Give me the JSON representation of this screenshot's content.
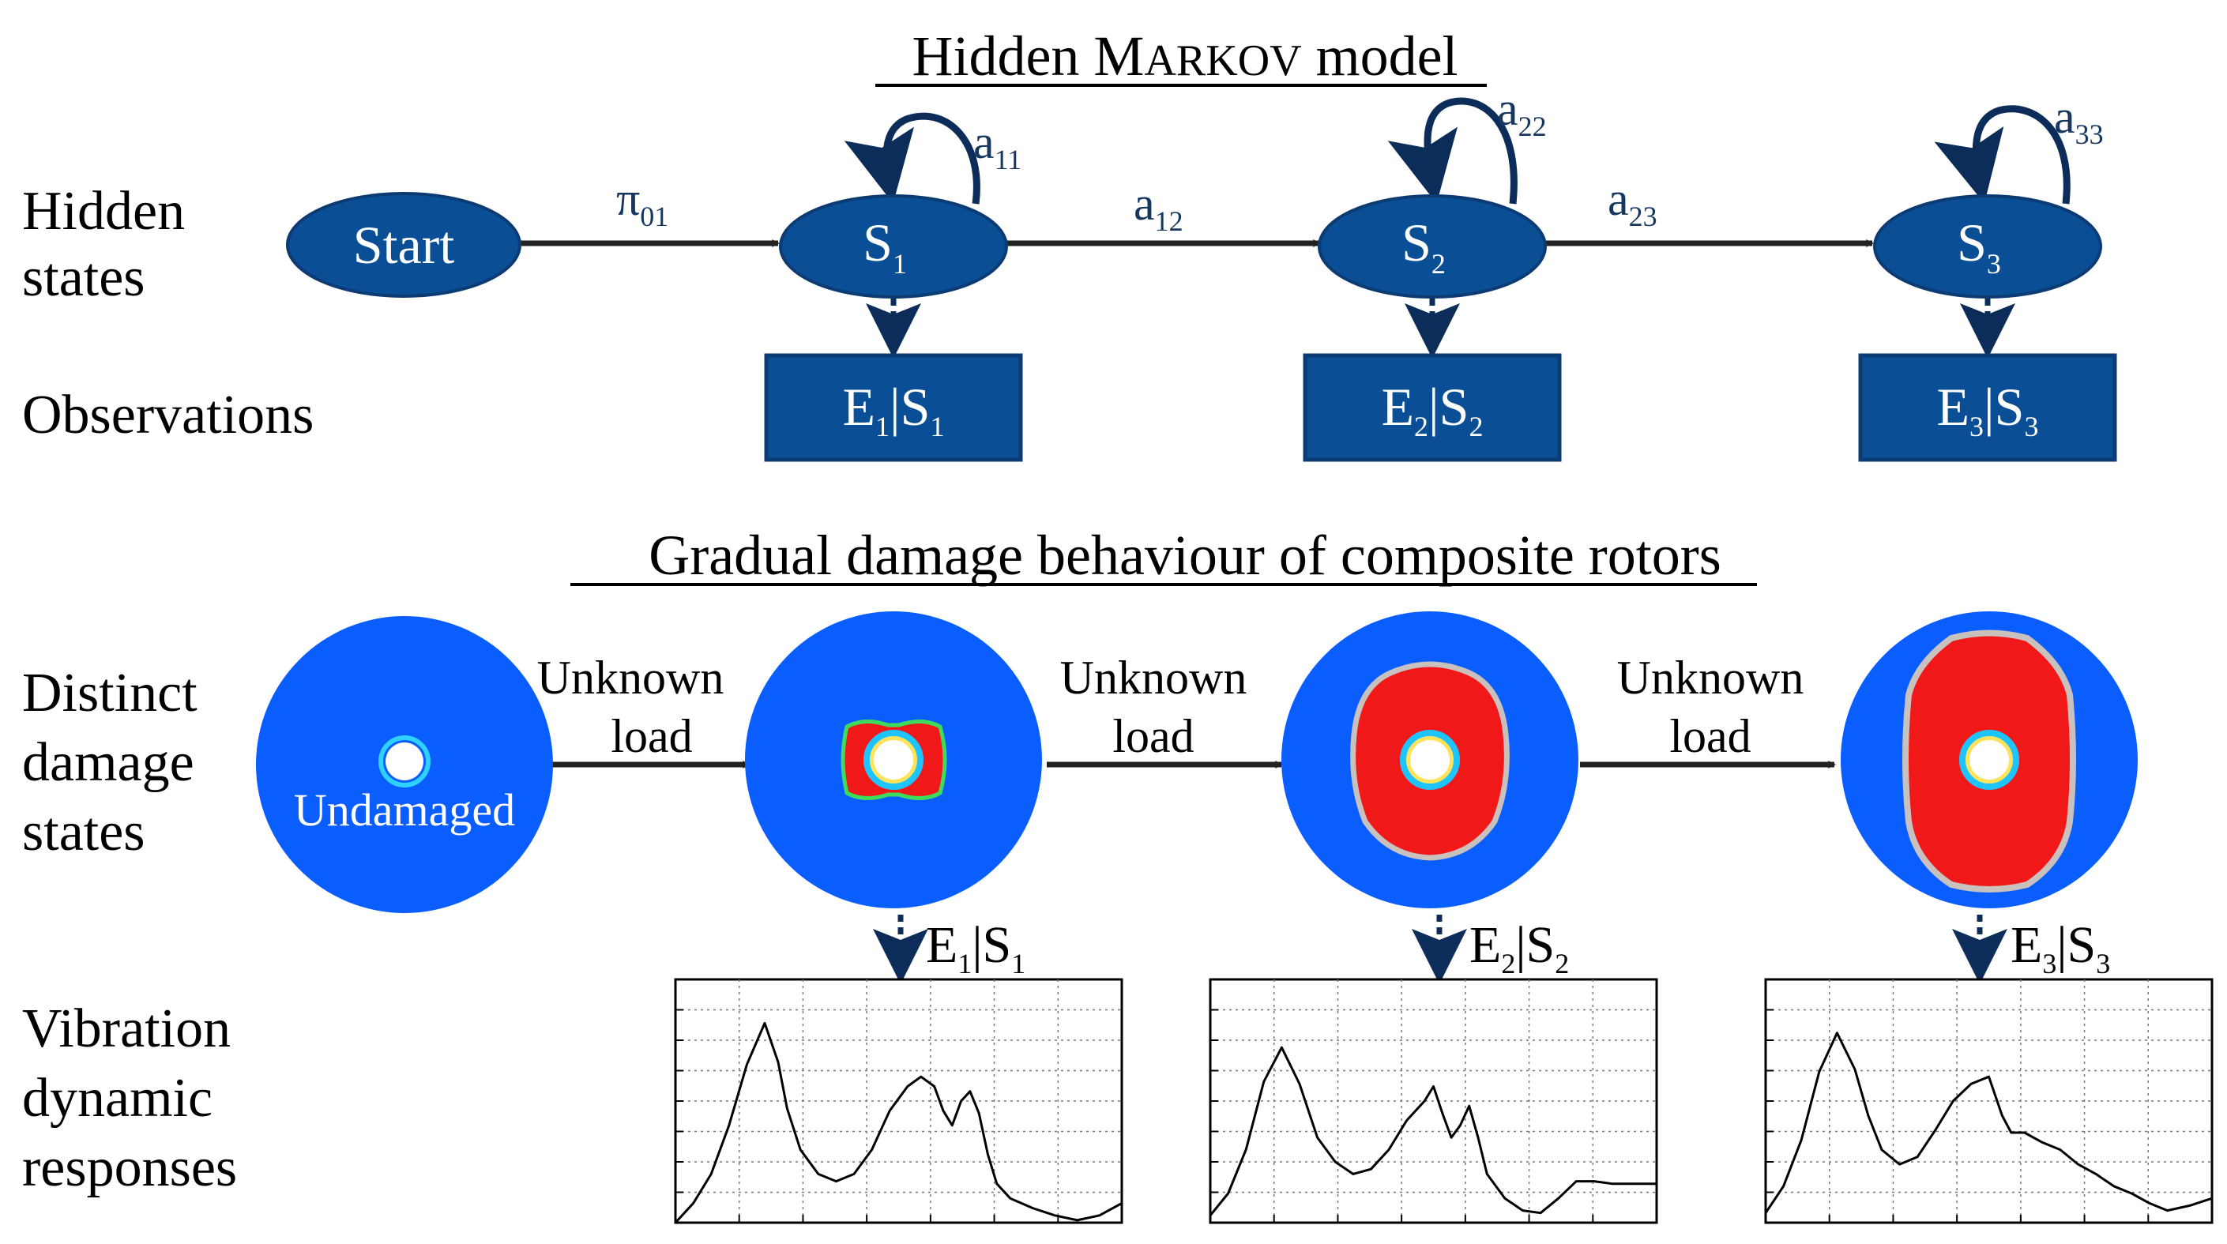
{
  "titles": {
    "hmm_prefix": "Hidden ",
    "hmm_markov_initial": "M",
    "hmm_markov_rest": "ARKOV",
    "hmm_suffix": " model",
    "damage": "Gradual damage behaviour of composite rotors"
  },
  "row_labels": {
    "hidden_1": "Hidden",
    "hidden_2": "states",
    "observations": "Observations",
    "distinct_1": "Distinct",
    "distinct_2": "damage",
    "distinct_3": "states",
    "vibration_1": "Vibration",
    "vibration_2": "dynamic",
    "vibration_3": "responses"
  },
  "hmm": {
    "start_label": "Start",
    "states": [
      {
        "main": "S",
        "sub": "1",
        "self_main": "a",
        "self_sub": "11",
        "obs_e": "E",
        "obs_e_sub": "1",
        "obs_s": "S",
        "obs_s_sub": "1"
      },
      {
        "main": "S",
        "sub": "2",
        "self_main": "a",
        "self_sub": "22",
        "obs_e": "E",
        "obs_e_sub": "2",
        "obs_s": "S",
        "obs_s_sub": "2"
      },
      {
        "main": "S",
        "sub": "3",
        "self_main": "a",
        "self_sub": "33",
        "obs_e": "E",
        "obs_e_sub": "3",
        "obs_s": "S",
        "obs_s_sub": "3"
      }
    ],
    "transitions": [
      {
        "main": "π",
        "sub": "01"
      },
      {
        "main": "a",
        "sub": "12"
      },
      {
        "main": "a",
        "sub": "23"
      }
    ],
    "obs_separator": "|"
  },
  "damage": {
    "undamaged_label": "Undamaged",
    "load_line1": "Unknown",
    "load_line2": "load",
    "damaged_area_fraction": [
      0,
      0.17,
      0.46,
      0.62
    ]
  },
  "colors": {
    "hmm_node": "#0a4f96",
    "hmm_node_dark": "#0c3b74",
    "hmm_text_label": "#17375e",
    "disk_blue": "#0a5dff",
    "damage_red": "#f01818",
    "damage_edge_green": "#3ddc5b",
    "hole_ring": "#2fd2ff"
  },
  "chart_data": [
    {
      "type": "line",
      "title": "",
      "series": [
        {
          "x": [
            0,
            0.04,
            0.08,
            0.12,
            0.16,
            0.2,
            0.23,
            0.25,
            0.28,
            0.32,
            0.36,
            0.4,
            0.44,
            0.48,
            0.52,
            0.55,
            0.58,
            0.6,
            0.62,
            0.64,
            0.66,
            0.68,
            0.7,
            0.72,
            0.75,
            0.8,
            0.85,
            0.9,
            0.95,
            1.0
          ],
          "y": [
            0.0,
            0.08,
            0.2,
            0.4,
            0.65,
            0.82,
            0.66,
            0.47,
            0.3,
            0.2,
            0.17,
            0.2,
            0.3,
            0.46,
            0.56,
            0.6,
            0.56,
            0.46,
            0.4,
            0.5,
            0.54,
            0.45,
            0.28,
            0.16,
            0.1,
            0.06,
            0.03,
            0.01,
            0.03,
            0.08
          ]
        }
      ],
      "grid": true
    },
    {
      "type": "line",
      "title": "",
      "series": [
        {
          "x": [
            0,
            0.04,
            0.08,
            0.12,
            0.16,
            0.2,
            0.24,
            0.28,
            0.32,
            0.36,
            0.4,
            0.44,
            0.48,
            0.5,
            0.52,
            0.54,
            0.56,
            0.58,
            0.6,
            0.62,
            0.66,
            0.7,
            0.74,
            0.78,
            0.82,
            0.86,
            0.9,
            0.95,
            1.0
          ],
          "y": [
            0.03,
            0.12,
            0.3,
            0.58,
            0.72,
            0.57,
            0.35,
            0.25,
            0.2,
            0.22,
            0.3,
            0.42,
            0.5,
            0.56,
            0.45,
            0.35,
            0.4,
            0.48,
            0.35,
            0.2,
            0.1,
            0.05,
            0.04,
            0.1,
            0.17,
            0.17,
            0.16,
            0.16,
            0.16
          ]
        }
      ],
      "grid": true
    },
    {
      "type": "line",
      "title": "",
      "series": [
        {
          "x": [
            0,
            0.04,
            0.08,
            0.12,
            0.16,
            0.2,
            0.23,
            0.26,
            0.3,
            0.34,
            0.38,
            0.42,
            0.46,
            0.5,
            0.53,
            0.55,
            0.58,
            0.62,
            0.66,
            0.7,
            0.74,
            0.78,
            0.82,
            0.86,
            0.9,
            0.95,
            1.0
          ],
          "y": [
            0.04,
            0.15,
            0.34,
            0.62,
            0.78,
            0.63,
            0.44,
            0.3,
            0.24,
            0.27,
            0.38,
            0.5,
            0.57,
            0.6,
            0.44,
            0.37,
            0.37,
            0.33,
            0.3,
            0.24,
            0.2,
            0.15,
            0.12,
            0.08,
            0.05,
            0.07,
            0.1
          ]
        }
      ],
      "grid": true
    }
  ]
}
